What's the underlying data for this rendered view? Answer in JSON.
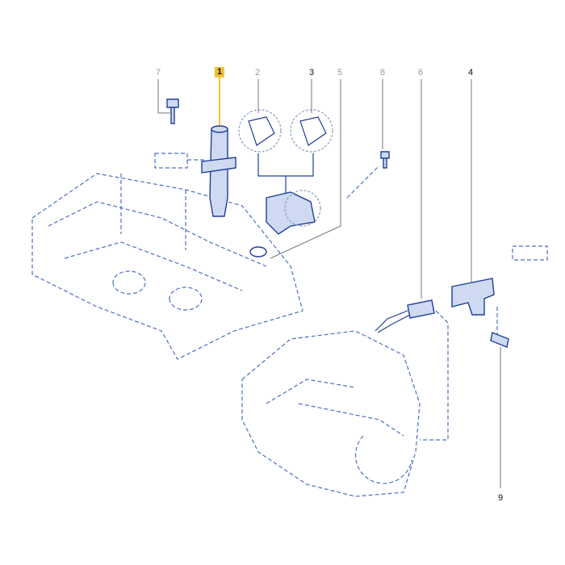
{
  "callouts": [
    {
      "id": "7",
      "label": "7",
      "style": "grey"
    },
    {
      "id": "1",
      "label": "1",
      "style": "highlighted"
    },
    {
      "id": "2",
      "label": "2",
      "style": "grey"
    },
    {
      "id": "3",
      "label": "3",
      "style": "black"
    },
    {
      "id": "5",
      "label": "5",
      "style": "grey"
    },
    {
      "id": "8",
      "label": "8",
      "style": "grey"
    },
    {
      "id": "6",
      "label": "6",
      "style": "grey"
    },
    {
      "id": "4",
      "label": "4",
      "style": "black"
    },
    {
      "id": "9",
      "label": "9",
      "style": "black"
    }
  ],
  "colors": {
    "line": "#2a4fa8",
    "dashed": "#4a6fc0",
    "highlight": "#f2c230",
    "leader": "#777777"
  }
}
